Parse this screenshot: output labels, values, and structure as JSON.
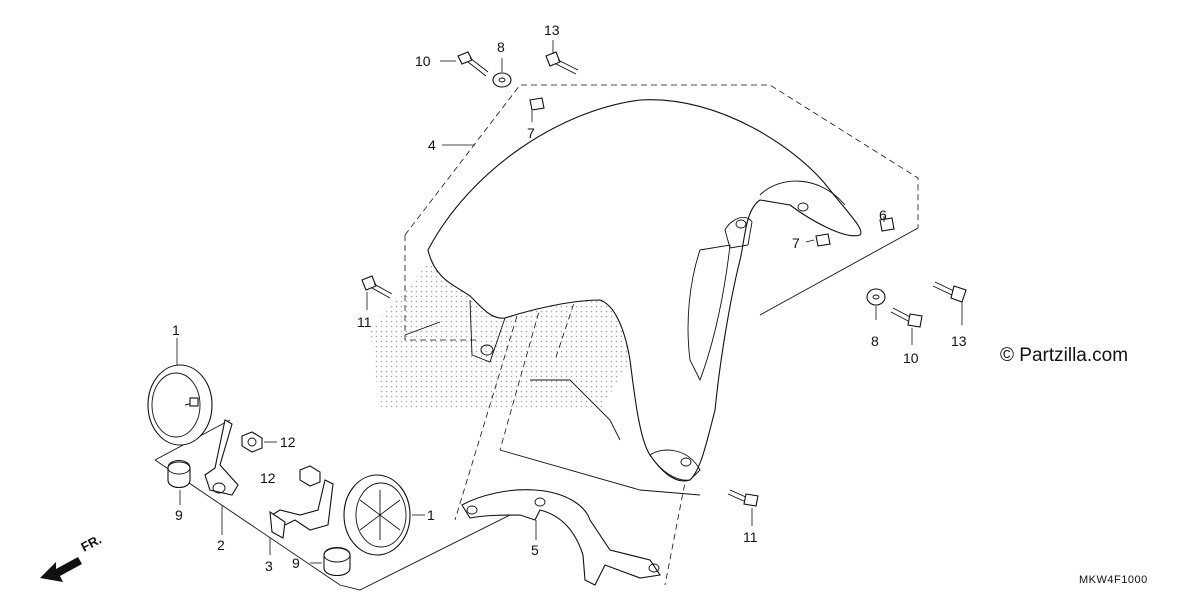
{
  "diagram": {
    "callouts": {
      "c1a": "1",
      "c1b": "1",
      "c2": "2",
      "c3": "3",
      "c4": "4",
      "c5": "5",
      "c6": "6",
      "c7a": "7",
      "c7b": "7",
      "c8a": "8",
      "c8b": "8",
      "c9a": "9",
      "c9b": "9",
      "c10a": "10",
      "c10b": "10",
      "c11a": "11",
      "c11b": "11",
      "c12a": "12",
      "c12b": "12",
      "c13a": "13",
      "c13b": "13"
    },
    "watermark": "© Partzilla.com",
    "diagram_code": "MKW4F1000",
    "direction_label": "FR."
  }
}
